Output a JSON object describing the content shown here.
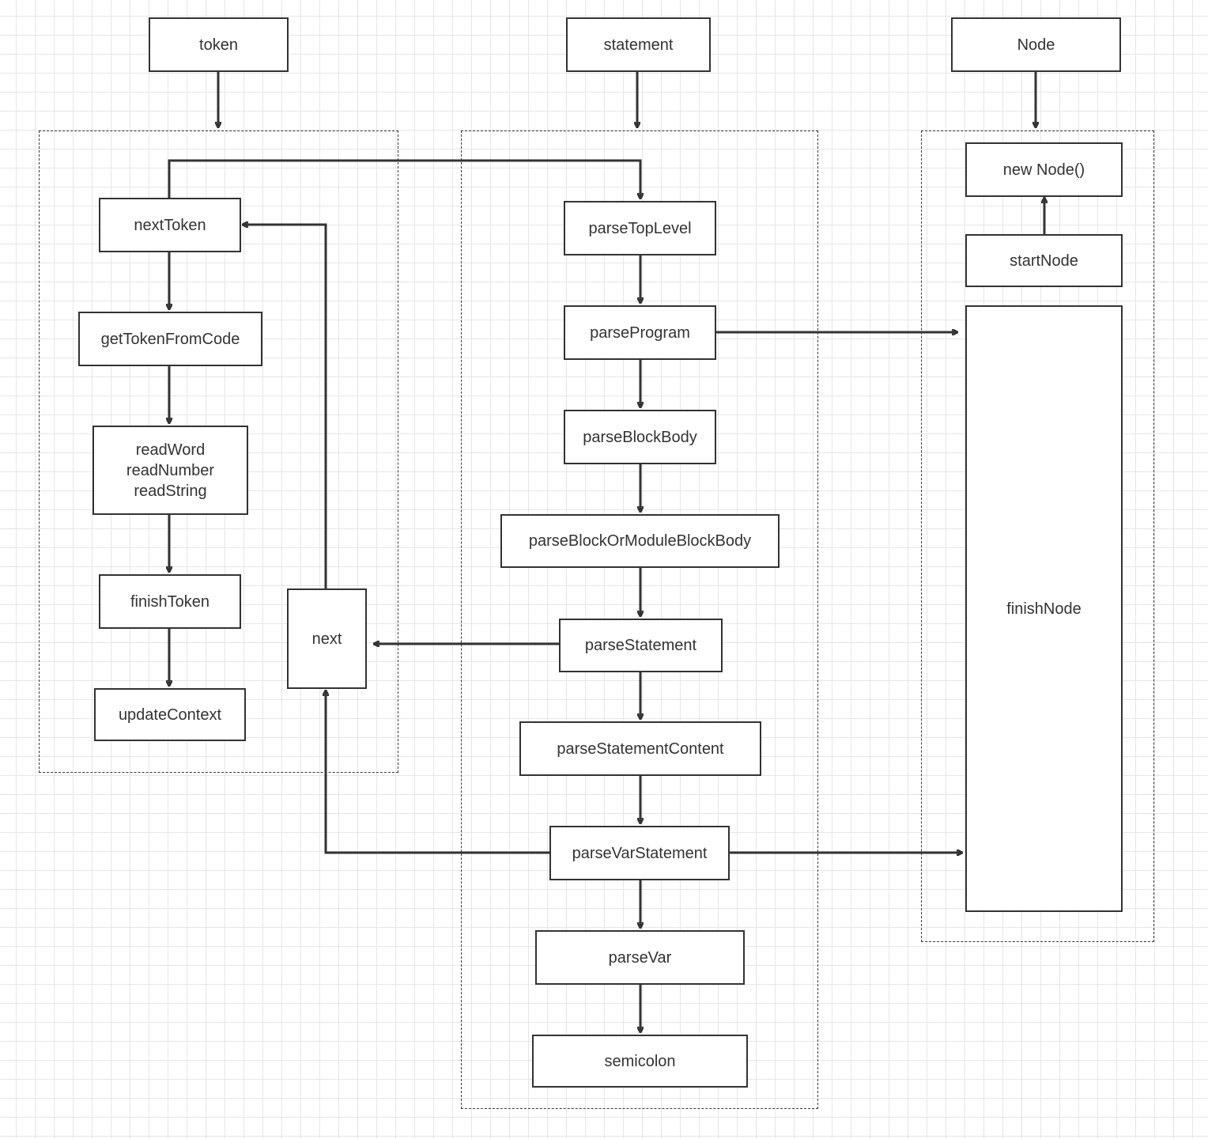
{
  "headers": {
    "token": "token",
    "statement": "statement",
    "node": "Node"
  },
  "token_group": {
    "next_token": "nextToken",
    "get_token_from_code": "getTokenFromCode",
    "read_fns": "readWord\nreadNumber\nreadString",
    "finish_token": "finishToken",
    "update_context": "updateContext",
    "next": "next"
  },
  "statement_group": {
    "parse_top_level": "parseTopLevel",
    "parse_program": "parseProgram",
    "parse_block_body": "parseBlockBody",
    "parse_block_or_module_block_body": "parseBlockOrModuleBlockBody",
    "parse_statement": "parseStatement",
    "parse_statement_content": "parseStatementContent",
    "parse_var_statement": "parseVarStatement",
    "parse_var": "parseVar",
    "semicolon": "semicolon"
  },
  "node_group": {
    "new_node": "new Node()",
    "start_node": "startNode",
    "finish_node": "finishNode"
  },
  "colors": {
    "stroke": "#333333",
    "grid": "#e6e6e6",
    "background": "#ffffff"
  }
}
